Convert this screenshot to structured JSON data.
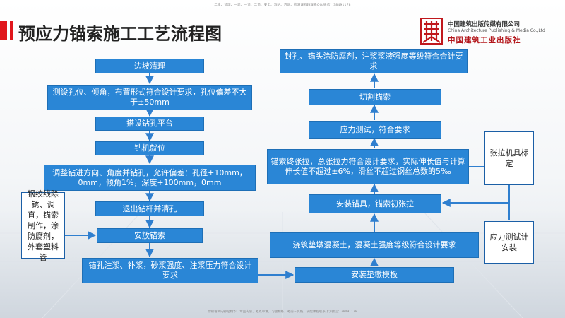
{
  "header": {
    "topline": "二建、监理、一建、一造、二造、安全、消防、咨询、检测课程精联系QQ/微信：38491178",
    "title": "预应力锚索施工工艺流程图"
  },
  "publisher": {
    "name_cn": "中国建筑出版传媒有限公司",
    "name_en": "China Architecture Publishing & Media Co.,Ltd",
    "name_cal": "中国建筑工业出版社"
  },
  "footer": {
    "text": "你所看到的都是精华，专业内容，考点串讲，习题精练，考前三页纸，技能课程联系QQ/微信：38491178"
  },
  "flow": {
    "slope_clean": "边坡清理",
    "survey": "测设孔位、倾角，布置形式符合设计要求，孔位偏差不大于±50mm",
    "platform": "搭设钻孔平台",
    "rig": "钻机就位",
    "adjust": "调整钻进方向、角度并钻孔，允许偏差：孔径+10mm，0mm，倾角1%，深度+100mm，0mm",
    "withdraw": "退出钻杆并清孔",
    "place_anchor": "安放锚索",
    "grout": "锚孔注浆、补浆，砂浆强度、注浆压力符合设计要求",
    "formwork": "安装垫墩模板",
    "pour": "浇筑垫墩混凝土，混凝土强度等级符合设计要求",
    "install_tool": "安装锚具，锚索初张拉",
    "final_tension": "锚索终张拉，总张拉力符合设计要求，实际伸长值与计算伸长值不超过±6%，滑丝不超过钢丝总数的5‰",
    "stress_test": "应力测试，符合要求",
    "cut": "切割锚索",
    "seal": "封孔、锚头涂防腐剂，注浆浆液强度等级符合合计要求"
  },
  "side_notes": {
    "strand_prep": "钢绞线除锈、调直，锚索制作，涂防腐剂，外套塑料管",
    "jack_calib": "张拉机具标定",
    "gauge_install": "应力测试计安装"
  },
  "colors": {
    "accent_red": "#e0161c",
    "box_blue": "#2a86d6",
    "arrow_blue": "#2f7fcf",
    "side_border": "#1b5fa6"
  },
  "icons": {
    "logo": "publisher-emblem-icon"
  }
}
